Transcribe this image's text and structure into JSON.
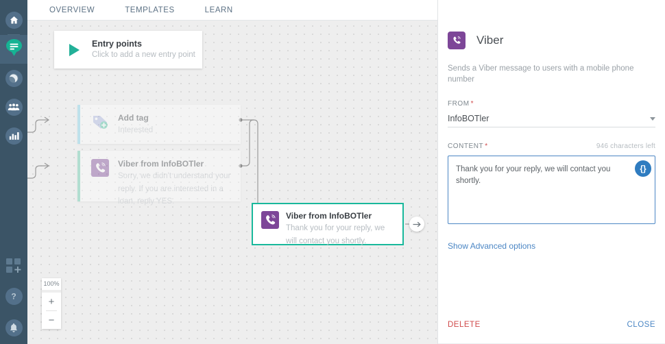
{
  "rail": {
    "items": [
      {
        "name": "home-icon",
        "label": "Home"
      },
      {
        "name": "chat-icon",
        "label": "Chats",
        "active": true
      },
      {
        "name": "moon-icon",
        "label": "Broadcasts"
      },
      {
        "name": "people-icon",
        "label": "Contacts"
      },
      {
        "name": "chart-icon",
        "label": "Analytics"
      }
    ],
    "bottom": [
      {
        "name": "apps-add-icon",
        "label": "Apps"
      },
      {
        "name": "help-icon",
        "label": "Help"
      },
      {
        "name": "bell-icon",
        "label": "Notifications"
      }
    ]
  },
  "topnav": {
    "tabs": [
      {
        "label": "OVERVIEW"
      },
      {
        "label": "TEMPLATES"
      },
      {
        "label": "LEARN"
      }
    ]
  },
  "canvas": {
    "entry_card": {
      "title": "Entry points",
      "subtitle": "Click to add a new entry point"
    },
    "nodes": [
      {
        "id": "add-tag",
        "title": "Add tag",
        "desc": "Interested",
        "icon": "tag-plus-icon",
        "accent": "#7ed0e8"
      },
      {
        "id": "viber-fallback",
        "title": "Viber from InfoBOTler",
        "desc": "Sorry, we didn't understand your reply. If you are interested in a loan, reply YES.",
        "icon": "viber-icon",
        "accent": "#5ecaa8"
      },
      {
        "id": "viber-selected",
        "title": "Viber from InfoBOTler",
        "desc": "Thank you for your reply, we will contact you shortly.",
        "icon": "viber-icon",
        "accent": "#18b89b"
      }
    ],
    "zoom": {
      "value": "100%",
      "zoom_in": "+",
      "zoom_out": "−"
    }
  },
  "panel": {
    "title": "Viber",
    "icon": "viber-icon",
    "description": "Sends a Viber message to users with a mobile phone number",
    "from": {
      "label": "FROM",
      "required": "*",
      "value": "InfoBOTler"
    },
    "content": {
      "label": "CONTENT",
      "required": "*",
      "counter": "946 characters left",
      "value": "Thank you for your reply, we will contact you shortly.",
      "placeholder": "",
      "variable_button": "{}"
    },
    "advanced_link": "Show Advanced options",
    "delete_label": "DELETE",
    "close_label": "CLOSE"
  },
  "colors": {
    "rail_bg": "#3b5466",
    "rail_active": "#476379",
    "accent_green": "#18b89b",
    "accent_blue": "#4b86c4",
    "danger_red": "#d0494a",
    "viber_purple": "#7d4698",
    "canvas_bg": "#eeeeee"
  }
}
